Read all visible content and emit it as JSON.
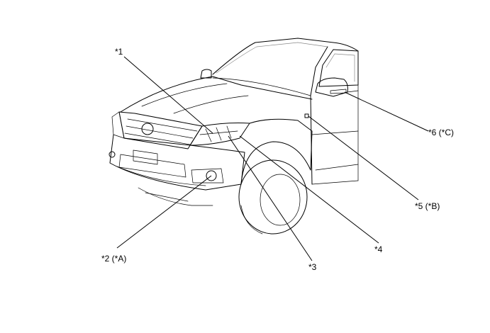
{
  "callouts": {
    "c1": "*1",
    "c2": "*2 (*A)",
    "c3": "*3",
    "c4": "*4",
    "c5": "*5 (*B)",
    "c6": "*6 (*C)"
  },
  "colors": {
    "line": "#000000",
    "background": "#ffffff"
  },
  "illustration": "front-three-quarter view of pickup truck"
}
